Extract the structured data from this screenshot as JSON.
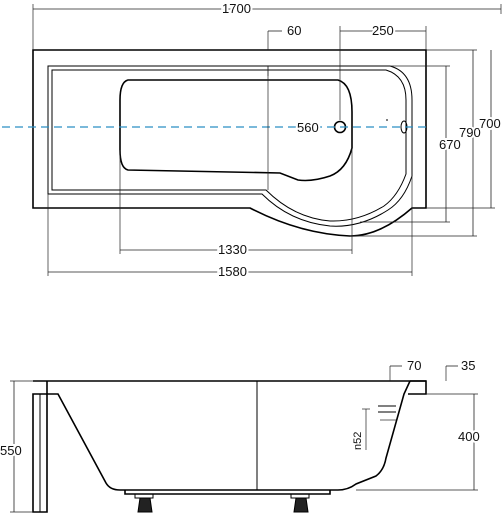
{
  "top_view": {
    "dims": {
      "overall_length": "1700",
      "rim_offset": "60",
      "shower_zone": "250",
      "basin_width": "560",
      "width_670": "670",
      "width_790": "790",
      "width_700": "700",
      "inner_length_1330": "1330",
      "inner_length_1580": "1580"
    }
  },
  "side_view": {
    "dims": {
      "rim_70": "70",
      "rim_35": "35",
      "total_height": "550",
      "depth_400": "400",
      "overflow_n52": "n52"
    }
  }
}
